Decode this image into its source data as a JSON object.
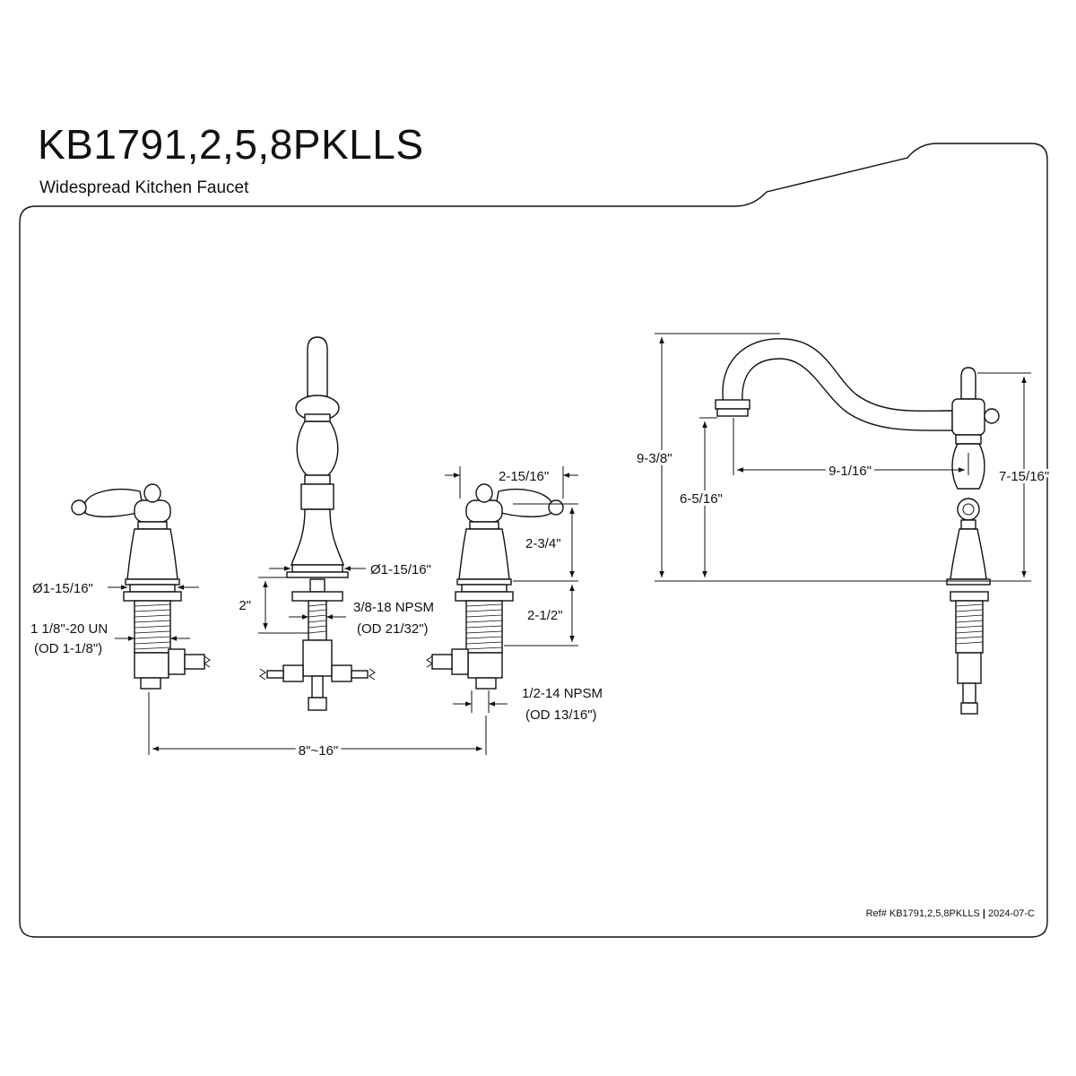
{
  "header": {
    "model": "KB1791,2,5,8PKLLS",
    "description": "Widespread Kitchen Faucet"
  },
  "footer": {
    "ref_prefix": "Ref# KB1791,2,5,8PKLLS",
    "revision": "2024-07-C"
  },
  "dimensions": {
    "left_handle_diameter": "Ø1-15/16\"",
    "left_thread": "1 1/8\"-20 UN",
    "left_thread_od": "(OD 1-1/8\")",
    "spout_base_diameter": "Ø1-15/16\"",
    "spout_shank_height": "2\"",
    "spout_thread": "3/8-18 NPSM",
    "spout_thread_od": "(OD 21/32\")",
    "handle_width": "2-15/16\"",
    "handle_height": "2-3/4\"",
    "shank_height": "2-1/2\"",
    "connection_thread": "1/2-14 NPSM",
    "connection_od": "(OD 13/16\")",
    "spread": "8\"~16\"",
    "overall_height": "9-3/8\"",
    "spout_clearance": "6-5/16\"",
    "spout_reach": "9-1/16\"",
    "side_height": "7-15/16\""
  }
}
